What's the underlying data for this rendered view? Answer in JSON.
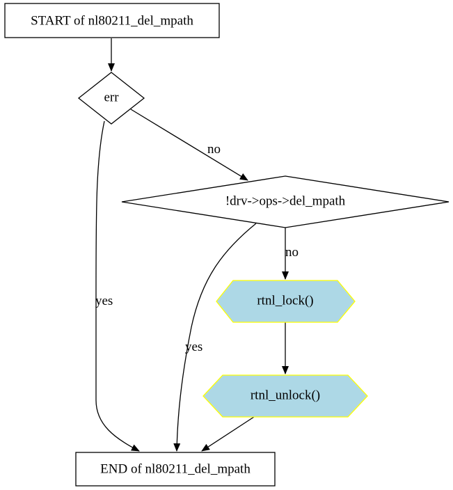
{
  "nodes": {
    "start": {
      "label": "START of nl80211_del_mpath"
    },
    "err": {
      "label": "err"
    },
    "check_op": {
      "label": "!drv->ops->del_mpath"
    },
    "lock": {
      "label": "rtnl_lock()"
    },
    "unlock": {
      "label": "rtnl_unlock()"
    },
    "end": {
      "label": "END of nl80211_del_mpath"
    }
  },
  "edges": {
    "err_no": {
      "label": "no"
    },
    "err_yes": {
      "label": "yes"
    },
    "check_no": {
      "label": "no"
    },
    "check_yes": {
      "label": "yes"
    }
  },
  "colors": {
    "process_fill": "#add8e6",
    "process_stroke": "#ffff00",
    "line": "#000000"
  }
}
